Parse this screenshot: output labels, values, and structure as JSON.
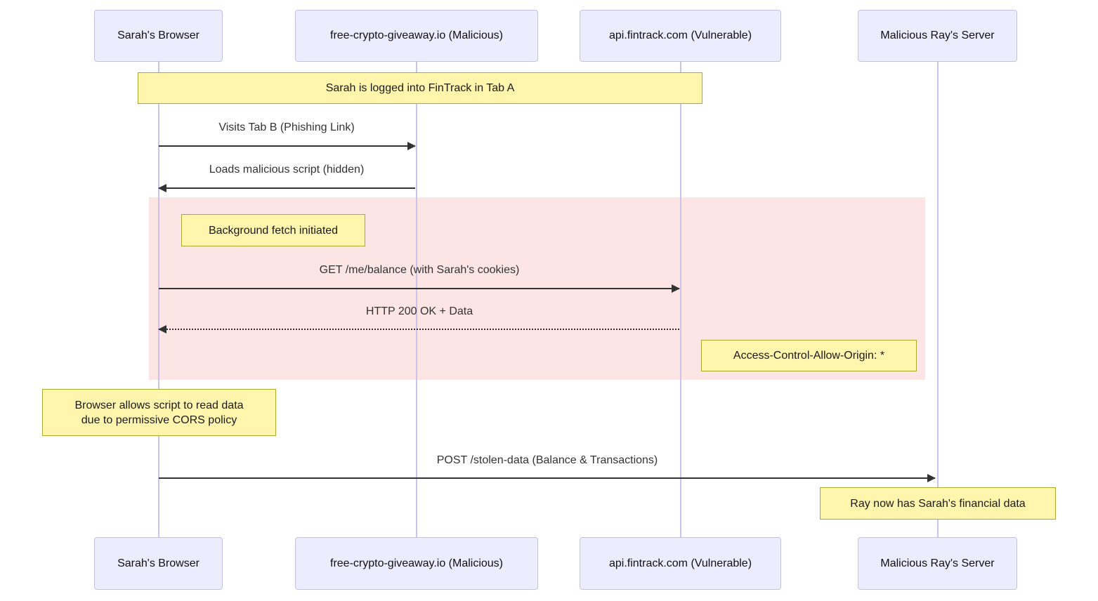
{
  "diagram": {
    "type": "sequence-diagram",
    "actors": [
      {
        "id": "browser",
        "label": "Sarah's Browser"
      },
      {
        "id": "malicious_site",
        "label": "free-crypto-giveaway.io (Malicious)"
      },
      {
        "id": "api",
        "label": "api.fintrack.com (Vulnerable)"
      },
      {
        "id": "ray_server",
        "label": "Malicious Ray's Server"
      }
    ],
    "messages": [
      {
        "from": "browser",
        "to": "malicious_site",
        "line": "solid",
        "text": "Visits Tab B (Phishing Link)"
      },
      {
        "from": "malicious_site",
        "to": "browser",
        "line": "solid",
        "text": "Loads malicious script (hidden)"
      },
      {
        "from": "browser",
        "to": "api",
        "line": "solid",
        "text": "GET /me/balance (with Sarah's cookies)"
      },
      {
        "from": "api",
        "to": "browser",
        "line": "dotted",
        "text": "HTTP 200 OK + Data"
      },
      {
        "from": "browser",
        "to": "ray_server",
        "line": "solid",
        "text": "POST /stolen-data (Balance & Transactions)"
      }
    ],
    "notes": [
      {
        "over": "browser,api",
        "text": "Sarah is logged into FinTrack in Tab A"
      },
      {
        "over": "browser",
        "text": "Background fetch initiated"
      },
      {
        "over": "api,ray_server",
        "text": "Access-Control-Allow-Origin: *"
      },
      {
        "over": "browser",
        "text": "Browser allows script to read data due to permissive CORS policy",
        "line1": "Browser allows script to read data",
        "line2": "due to permissive CORS policy"
      },
      {
        "over": "ray_server",
        "text": "Ray now has Sarah's financial data"
      }
    ],
    "highlight_region": {
      "purpose": "vulnerable cross-origin exchange",
      "color": "#fde5e5"
    },
    "colors": {
      "actor_fill": "#ececff",
      "actor_border": "#c5bfe6",
      "lifeline": "#cbc3ea",
      "note_fill": "#fff5ad",
      "note_border": "#aaaa33",
      "highlight_fill": "#fde5e5",
      "arrow": "#333333",
      "background": "#ffffff"
    }
  }
}
